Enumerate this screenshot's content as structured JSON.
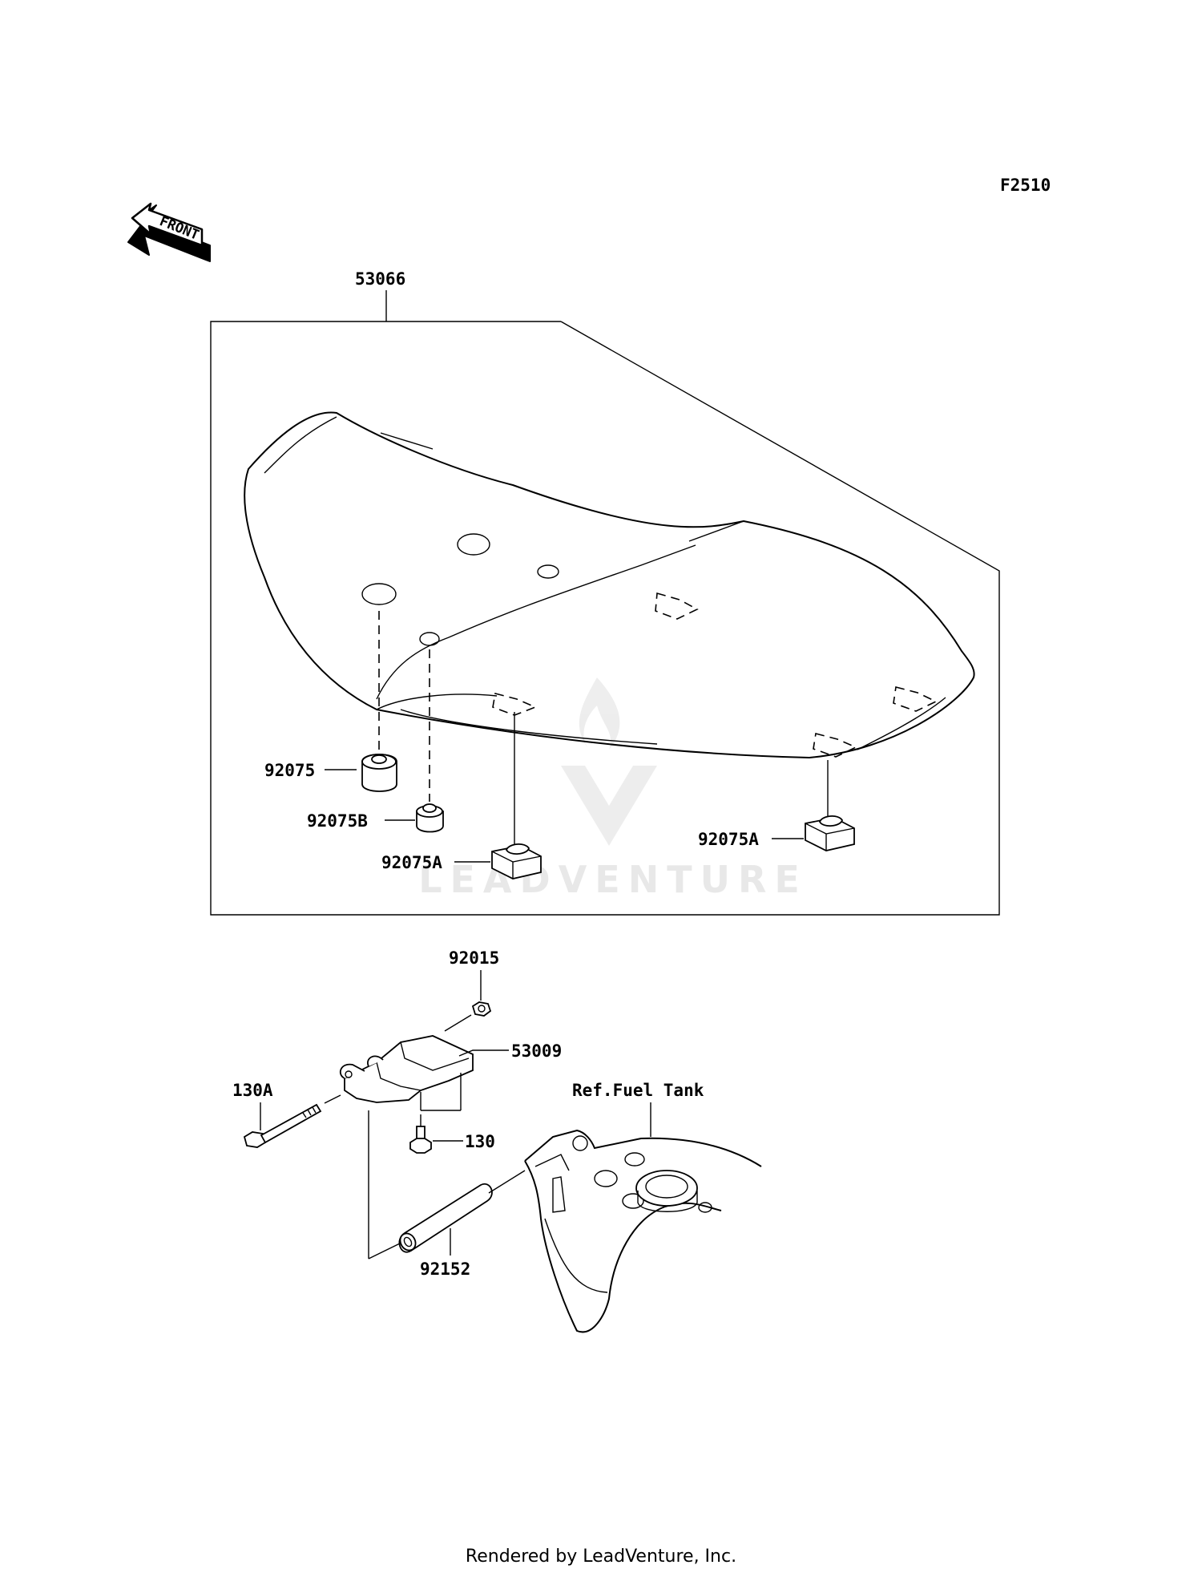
{
  "figure_code": "F2510",
  "front_label": "FRONT",
  "watermark": "LEADVENTURE",
  "callouts": {
    "seat": "53066",
    "damper": "92075",
    "damper_b": "92075B",
    "damper_a_left": "92075A",
    "damper_a_right": "92075A",
    "nut": "92015",
    "bracket": "53009",
    "bolt_long": "130A",
    "bolt_short": "130",
    "collar": "92152"
  },
  "reference_label": "Ref.Fuel Tank",
  "footer": "Rendered by LeadVenture, Inc."
}
